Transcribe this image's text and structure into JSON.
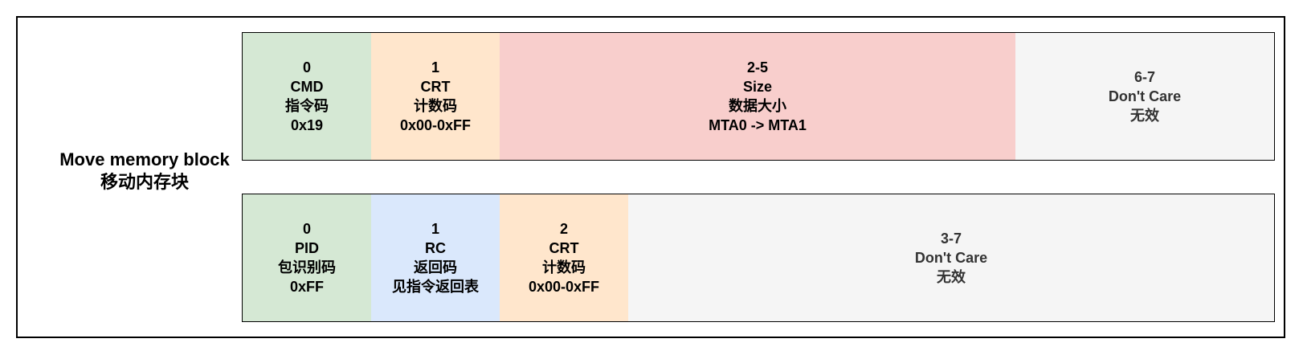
{
  "title": {
    "line1": "Move memory block",
    "line2": "移动内存块"
  },
  "colors": {
    "green": "#d5e8d4",
    "orange": "#ffe6cc",
    "red": "#f8cecc",
    "blue": "#dae8fc",
    "gray": "#f5f5f5"
  },
  "rows": [
    {
      "cells": [
        {
          "lines": [
            "0",
            "CMD",
            "指令码",
            "0x19"
          ],
          "color": "#d5e8d4"
        },
        {
          "lines": [
            "1",
            "CRT",
            "计数码",
            "0x00-0xFF"
          ],
          "color": "#ffe6cc"
        },
        {
          "lines": [
            "2-5",
            "Size",
            "数据大小",
            "MTA0 -> MTA1"
          ],
          "color": "#f8cecc"
        },
        {
          "lines": [
            "6-7",
            "Don't Care",
            "无效"
          ],
          "color": "#f5f5f5"
        }
      ]
    },
    {
      "cells": [
        {
          "lines": [
            "0",
            "PID",
            "包识别码",
            "0xFF"
          ],
          "color": "#d5e8d4"
        },
        {
          "lines": [
            "1",
            "RC",
            "返回码",
            "见指令返回表"
          ],
          "color": "#dae8fc"
        },
        {
          "lines": [
            "2",
            "CRT",
            "计数码",
            "0x00-0xFF"
          ],
          "color": "#ffe6cc"
        },
        {
          "lines": [
            "3-7",
            "Don't Care",
            "无效"
          ],
          "color": "#f5f5f5"
        }
      ]
    }
  ]
}
